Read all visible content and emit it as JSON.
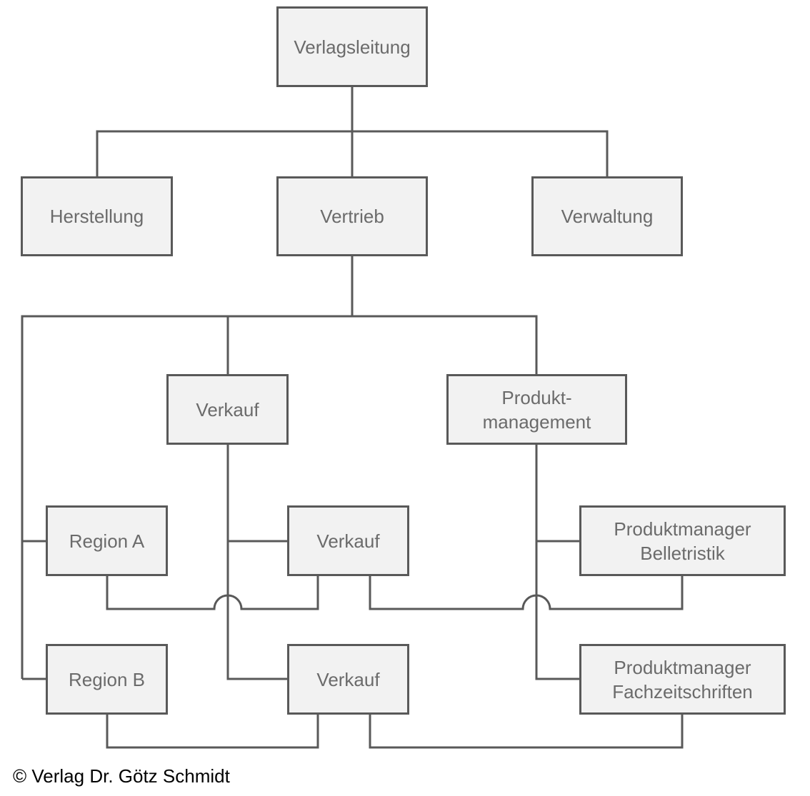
{
  "diagram": {
    "type": "org-chart",
    "nodes": {
      "verlagsleitung": "Verlagsleitung",
      "herstellung": "Herstellung",
      "vertrieb": "Vertrieb",
      "verwaltung": "Verwaltung",
      "verkauf_main": "Verkauf",
      "produktmanagement": "Produkt-\nmanagement",
      "region_a": "Region A",
      "verkauf_a": "Verkauf",
      "pm_belletristik": "Produktmanager\nBelletristik",
      "region_b": "Region B",
      "verkauf_b": "Verkauf",
      "pm_fachzeitschriften": "Produktmanager\nFachzeitschriften"
    },
    "edges": [
      [
        "Verlagsleitung",
        "Herstellung"
      ],
      [
        "Verlagsleitung",
        "Vertrieb"
      ],
      [
        "Verlagsleitung",
        "Verwaltung"
      ],
      [
        "Vertrieb",
        "Verkauf"
      ],
      [
        "Vertrieb",
        "Produktmanagement"
      ],
      [
        "Vertrieb",
        "Region A"
      ],
      [
        "Vertrieb",
        "Region B"
      ],
      [
        "Verkauf",
        "Verkauf (Region A)"
      ],
      [
        "Verkauf",
        "Verkauf (Region B)"
      ],
      [
        "Produktmanagement",
        "Produktmanager Belletristik"
      ],
      [
        "Produktmanagement",
        "Produktmanager Fachzeitschriften"
      ],
      [
        "Region A",
        "Verkauf (Region A)"
      ],
      [
        "Region B",
        "Verkauf (Region B)"
      ],
      [
        "Verkauf (Region A)",
        "Produktmanager Belletristik"
      ],
      [
        "Verkauf (Region B)",
        "Produktmanager Fachzeitschriften"
      ]
    ],
    "colors": {
      "line": "#595959",
      "box_fill": "#f2f2f2",
      "text": "#6b6b6b"
    }
  },
  "footer": {
    "copyright": "© Verlag Dr. Götz Schmidt"
  }
}
